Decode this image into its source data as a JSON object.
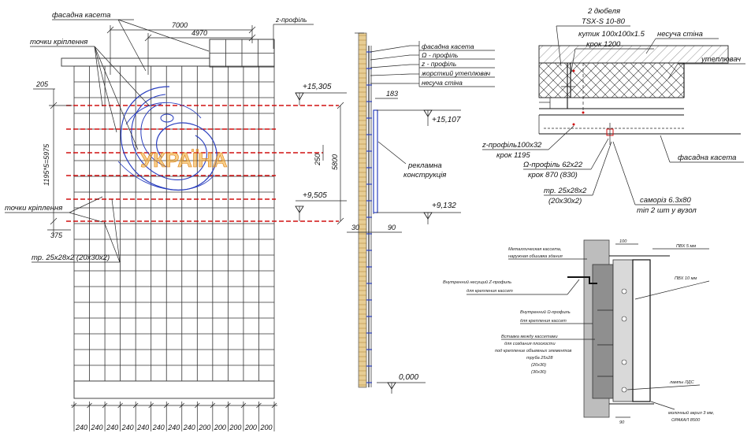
{
  "elevation": {
    "labels": {
      "facade_cassette": "фасадна касета",
      "fixing_points_top": "точки кріплення",
      "fixing_points_bottom": "точки кріплення",
      "pipe": "тр. 25х28х2 (20х30х2)",
      "z_profile": "z-профіль"
    },
    "dims": {
      "d7000": "7000",
      "d4970": "4970",
      "d205": "205",
      "d375": "375",
      "d250": "250",
      "d5800": "5800",
      "d1195": "1195*5=5975",
      "d183": "183",
      "d30": "30",
      "d90": "90"
    },
    "levels": {
      "l15305": "+15,305",
      "l15107": "+15,107",
      "l9505": "+9,505",
      "l9132": "+9,132",
      "l0": "0,000"
    },
    "bottom_spacing": [
      "240",
      "240",
      "240",
      "240",
      "240",
      "240",
      "240",
      "240",
      "200",
      "200",
      "200",
      "200",
      "200"
    ],
    "logo_text": "УКРАЇНА"
  },
  "section": {
    "legend": [
      "фасадна касета",
      "Ω - профіль",
      "z - профіль",
      "жорсткий утеплювач",
      "несуча стіна"
    ],
    "advert_label": "рекламна конструкція"
  },
  "detail_top": {
    "labels": {
      "dowels_line1": "2 дюбеля",
      "dowels_line2": "TSX-S 10-80",
      "angle_line1": "кутик 100х100х1.5",
      "angle_line2": "крок 1200",
      "wall": "несуча стіна",
      "insulation": "утеплювач",
      "zprofile_line1": "z-профіль100х32",
      "zprofile_line2": "крок 1195",
      "omega_line1": "Ω-профіль 62х22",
      "omega_line2": "крок 870 (830)",
      "pipe_line1": "тр. 25х28х2",
      "pipe_line2": "(20х30х2)",
      "screw_line1": "саморіз 6.3х80",
      "screw_line2": "тіп 2 шт у вузол",
      "cassette": "фасадна касета"
    }
  },
  "detail_bottom": {
    "labels": {
      "metal_cassette_1": "Металлическая кассета,",
      "metal_cassette_2": "наружная обшивка здания",
      "z_profile_1": "Внутренний  несущий Z-профиль",
      "z_profile_2": "для крепления кассет",
      "omega_1": "Внутренний  Ω-профиль",
      "omega_2": "для крепления кассет",
      "insert_1": "Вставка между кассетами",
      "insert_2": "для создания плоскости",
      "insert_3": "под крепление объемных элементов",
      "insert_4": "труба 25х28",
      "insert_5": "(20х30)",
      "insert_6": "(30х30)",
      "pvc5": "ПВХ 5 мм",
      "pvc10": "ПВХ 10 мм",
      "lamps": "лампы ЛДС",
      "acrylic_1": "молочный акрил 3 мм,",
      "acrylic_2": "ОРАКАЛ 8500",
      "dim_top": "100",
      "dim_bottom": "90"
    }
  },
  "colors": {
    "line": "#222222",
    "red_dash": "#d01010",
    "blue": "#2a3fbf",
    "logo_fill": "#f0a628",
    "insulation_gray": "#a9a9a9",
    "brick": "#d9b97a"
  }
}
